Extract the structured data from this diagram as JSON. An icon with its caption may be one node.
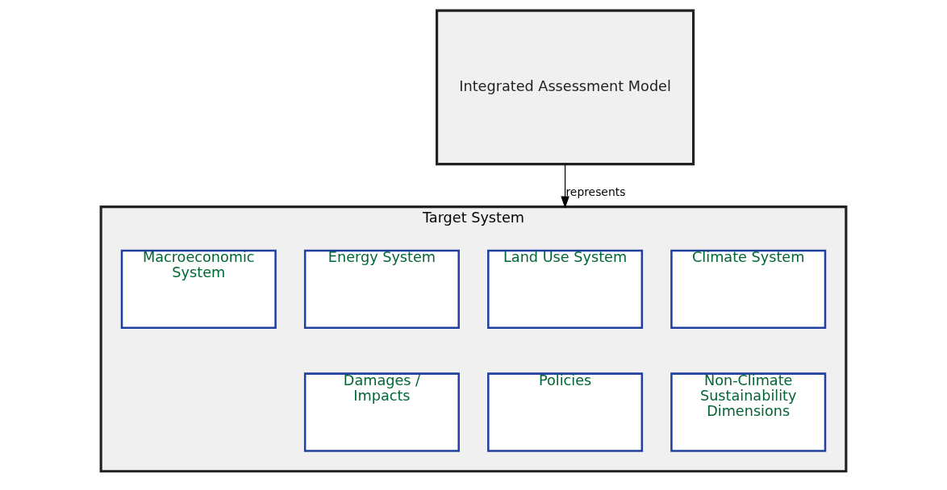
{
  "diagram": {
    "nodes": [
      {
        "text": [
          "Integrated Assessment Model"
        ]
      },
      {
        "text": [
          "Target System"
        ]
      },
      {
        "text": [
          "Climate System"
        ],
        "in": 1
      },
      {
        "text": [
          "Land Use System"
        ],
        "in": 1
      },
      {
        "text": [
          "Energy System"
        ],
        "in": 1
      },
      {
        "text": [
          "Macroeconomic System"
        ],
        "in": 1
      },
      {
        "text": [
          "Non-Climate Sustainability Dimensions"
        ],
        "in": 1
      },
      {
        "text": [
          "Policies"
        ],
        "in": 1
      },
      {
        "text": [
          "Damages / Impacts"
        ],
        "in": 1
      }
    ],
    "edges": [
      {
        "from": 0,
        "to": 1,
        "label": "represents",
        "arrow": "to"
      }
    ]
  }
}
